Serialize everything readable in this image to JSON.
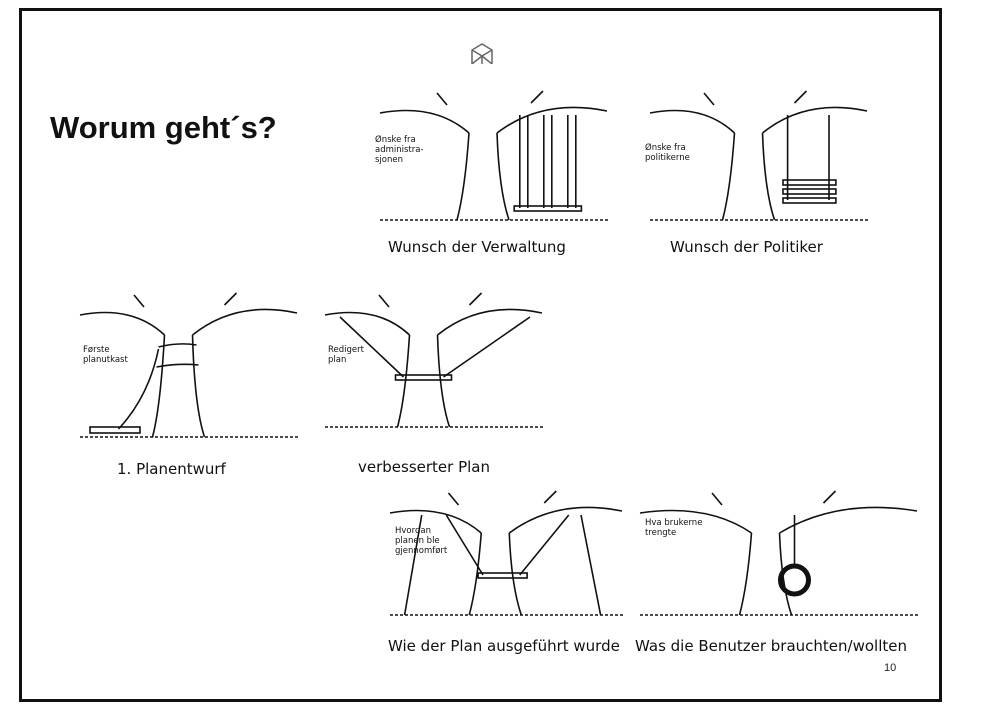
{
  "slide": {
    "title": "Worum geht´s?",
    "page_number": "10",
    "panels": [
      {
        "note": "Ønske fra\nadministra-\nsjonen",
        "caption": "Wunsch der Verwaltung",
        "swing": "triple"
      },
      {
        "note": "Ønske fra\npolitikerne",
        "caption": "Wunsch der Politiker",
        "swing": "stacked"
      },
      {
        "note": "Første\nplanutkast",
        "caption": "1. Planentwurf",
        "swing": "wrapped"
      },
      {
        "note": "Redigert\nplan",
        "caption": "verbesserter Plan",
        "swing": "wide"
      },
      {
        "note": "Hvordan\nplanen ble\ngjennomført",
        "caption": "Wie der Plan ausgeführt wurde",
        "swing": "propped"
      },
      {
        "note": "Hva brukerne\ntrengte",
        "caption": "Was die Benutzer brauchten/wollten",
        "swing": "tire"
      }
    ]
  }
}
